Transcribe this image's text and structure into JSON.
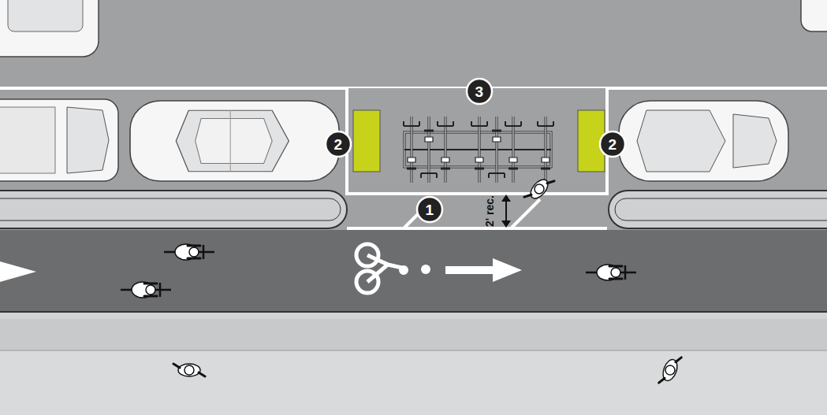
{
  "diagram": {
    "labels": [
      "3",
      "2",
      "2",
      "1",
      "2' rec."
    ]
  }
}
